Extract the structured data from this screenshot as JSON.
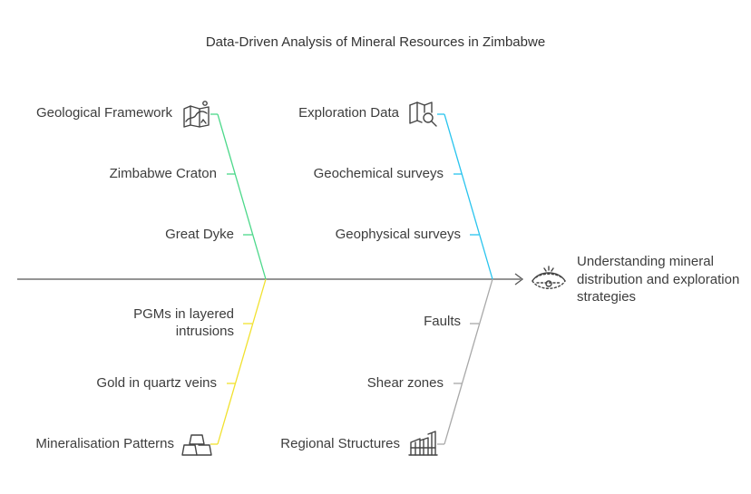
{
  "title": "Data-Driven Analysis of Mineral Resources in Zimbabwe",
  "effect": {
    "label": "Understanding mineral distribution and exploration strategies",
    "icon": "sediment-layers-icon"
  },
  "branches": [
    {
      "id": "geological",
      "label": "Geological Framework",
      "icon": "landscape-map-icon",
      "color": "#4cd88a",
      "items": [
        "Zimbabwe Craton",
        "Great Dyke"
      ]
    },
    {
      "id": "exploration",
      "label": "Exploration Data",
      "icon": "map-search-icon",
      "color": "#29c4ee",
      "items": [
        "Geochemical surveys",
        "Geophysical surveys"
      ]
    },
    {
      "id": "mineralisation",
      "label": "Mineralisation Patterns",
      "icon": "gold-bars-icon",
      "color": "#f1e12e",
      "items": [
        "PGMs in layered intrusions",
        "Gold in quartz veins"
      ]
    },
    {
      "id": "structures",
      "label": "Regional Structures",
      "icon": "city-buildings-icon",
      "color": "#a8a8a8",
      "items": [
        "Faults",
        "Shear zones"
      ]
    }
  ]
}
